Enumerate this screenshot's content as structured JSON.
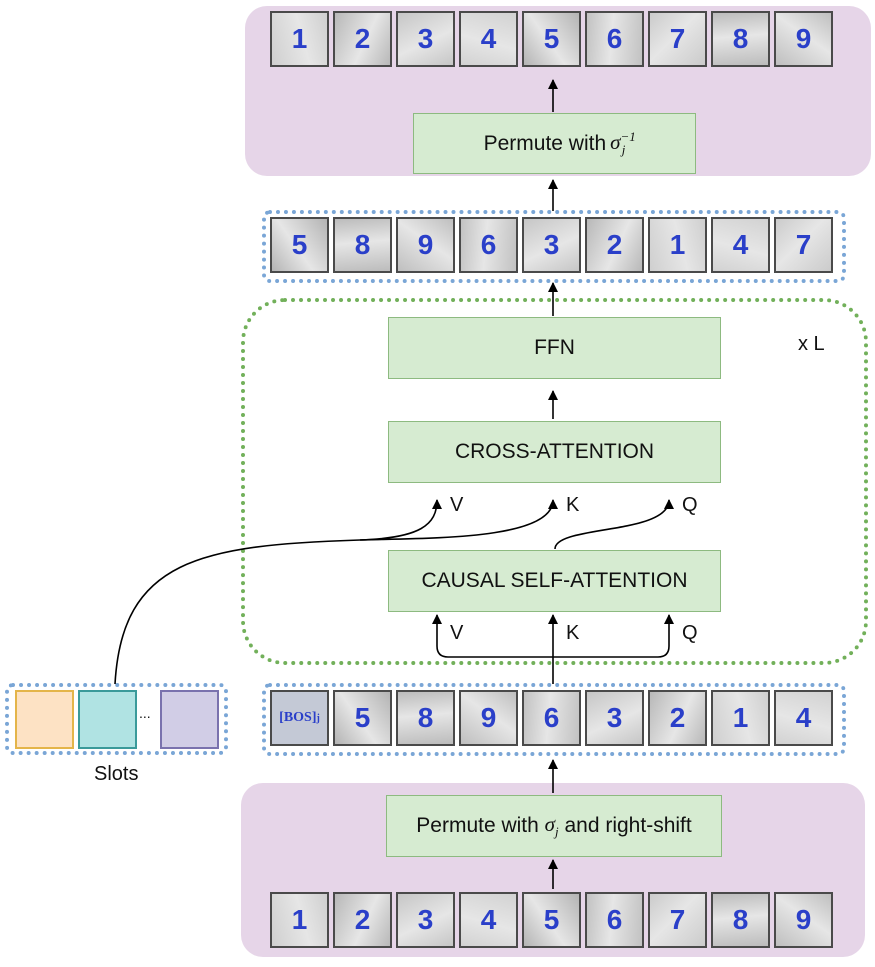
{
  "top_sequence": [
    "1",
    "2",
    "3",
    "4",
    "5",
    "6",
    "7",
    "8",
    "9"
  ],
  "permuted_output": [
    "5",
    "8",
    "9",
    "6",
    "3",
    "2",
    "1",
    "4",
    "7"
  ],
  "decoder_input": [
    "5",
    "8",
    "9",
    "6",
    "3",
    "2",
    "1",
    "4"
  ],
  "bottom_sequence": [
    "1",
    "2",
    "3",
    "4",
    "5",
    "6",
    "7",
    "8",
    "9"
  ],
  "bos_label": "[BOS]",
  "bos_sub": "j",
  "inverse_permute": {
    "text": "Permute with ",
    "sym": "σ",
    "sub": "j",
    "sup": "−1"
  },
  "forward_permute": {
    "text_before": "Permute with ",
    "sym": "σ",
    "sub": "j",
    "text_after": " and right-shift"
  },
  "ffn_label": "FFN",
  "cross_attention_label": "CROSS-ATTENTION",
  "self_attention_label": "CAUSAL SELF-ATTENTION",
  "repeat_label": "x L",
  "v_label": "V",
  "k_label": "K",
  "q_label": "Q",
  "slots_label": "Slots",
  "slots_ellipsis": "...",
  "colors": {
    "panel": "#e6d5e8",
    "box_fill": "#d6ebd1",
    "box_border": "#8dba80",
    "strip_border": "#7aa6d6",
    "loop_border": "#72b05a",
    "number": "#2a3fc9",
    "slot_orange": "#fde2c4",
    "slot_teal": "#b0e3e3",
    "slot_purple": "#d1cde6"
  }
}
